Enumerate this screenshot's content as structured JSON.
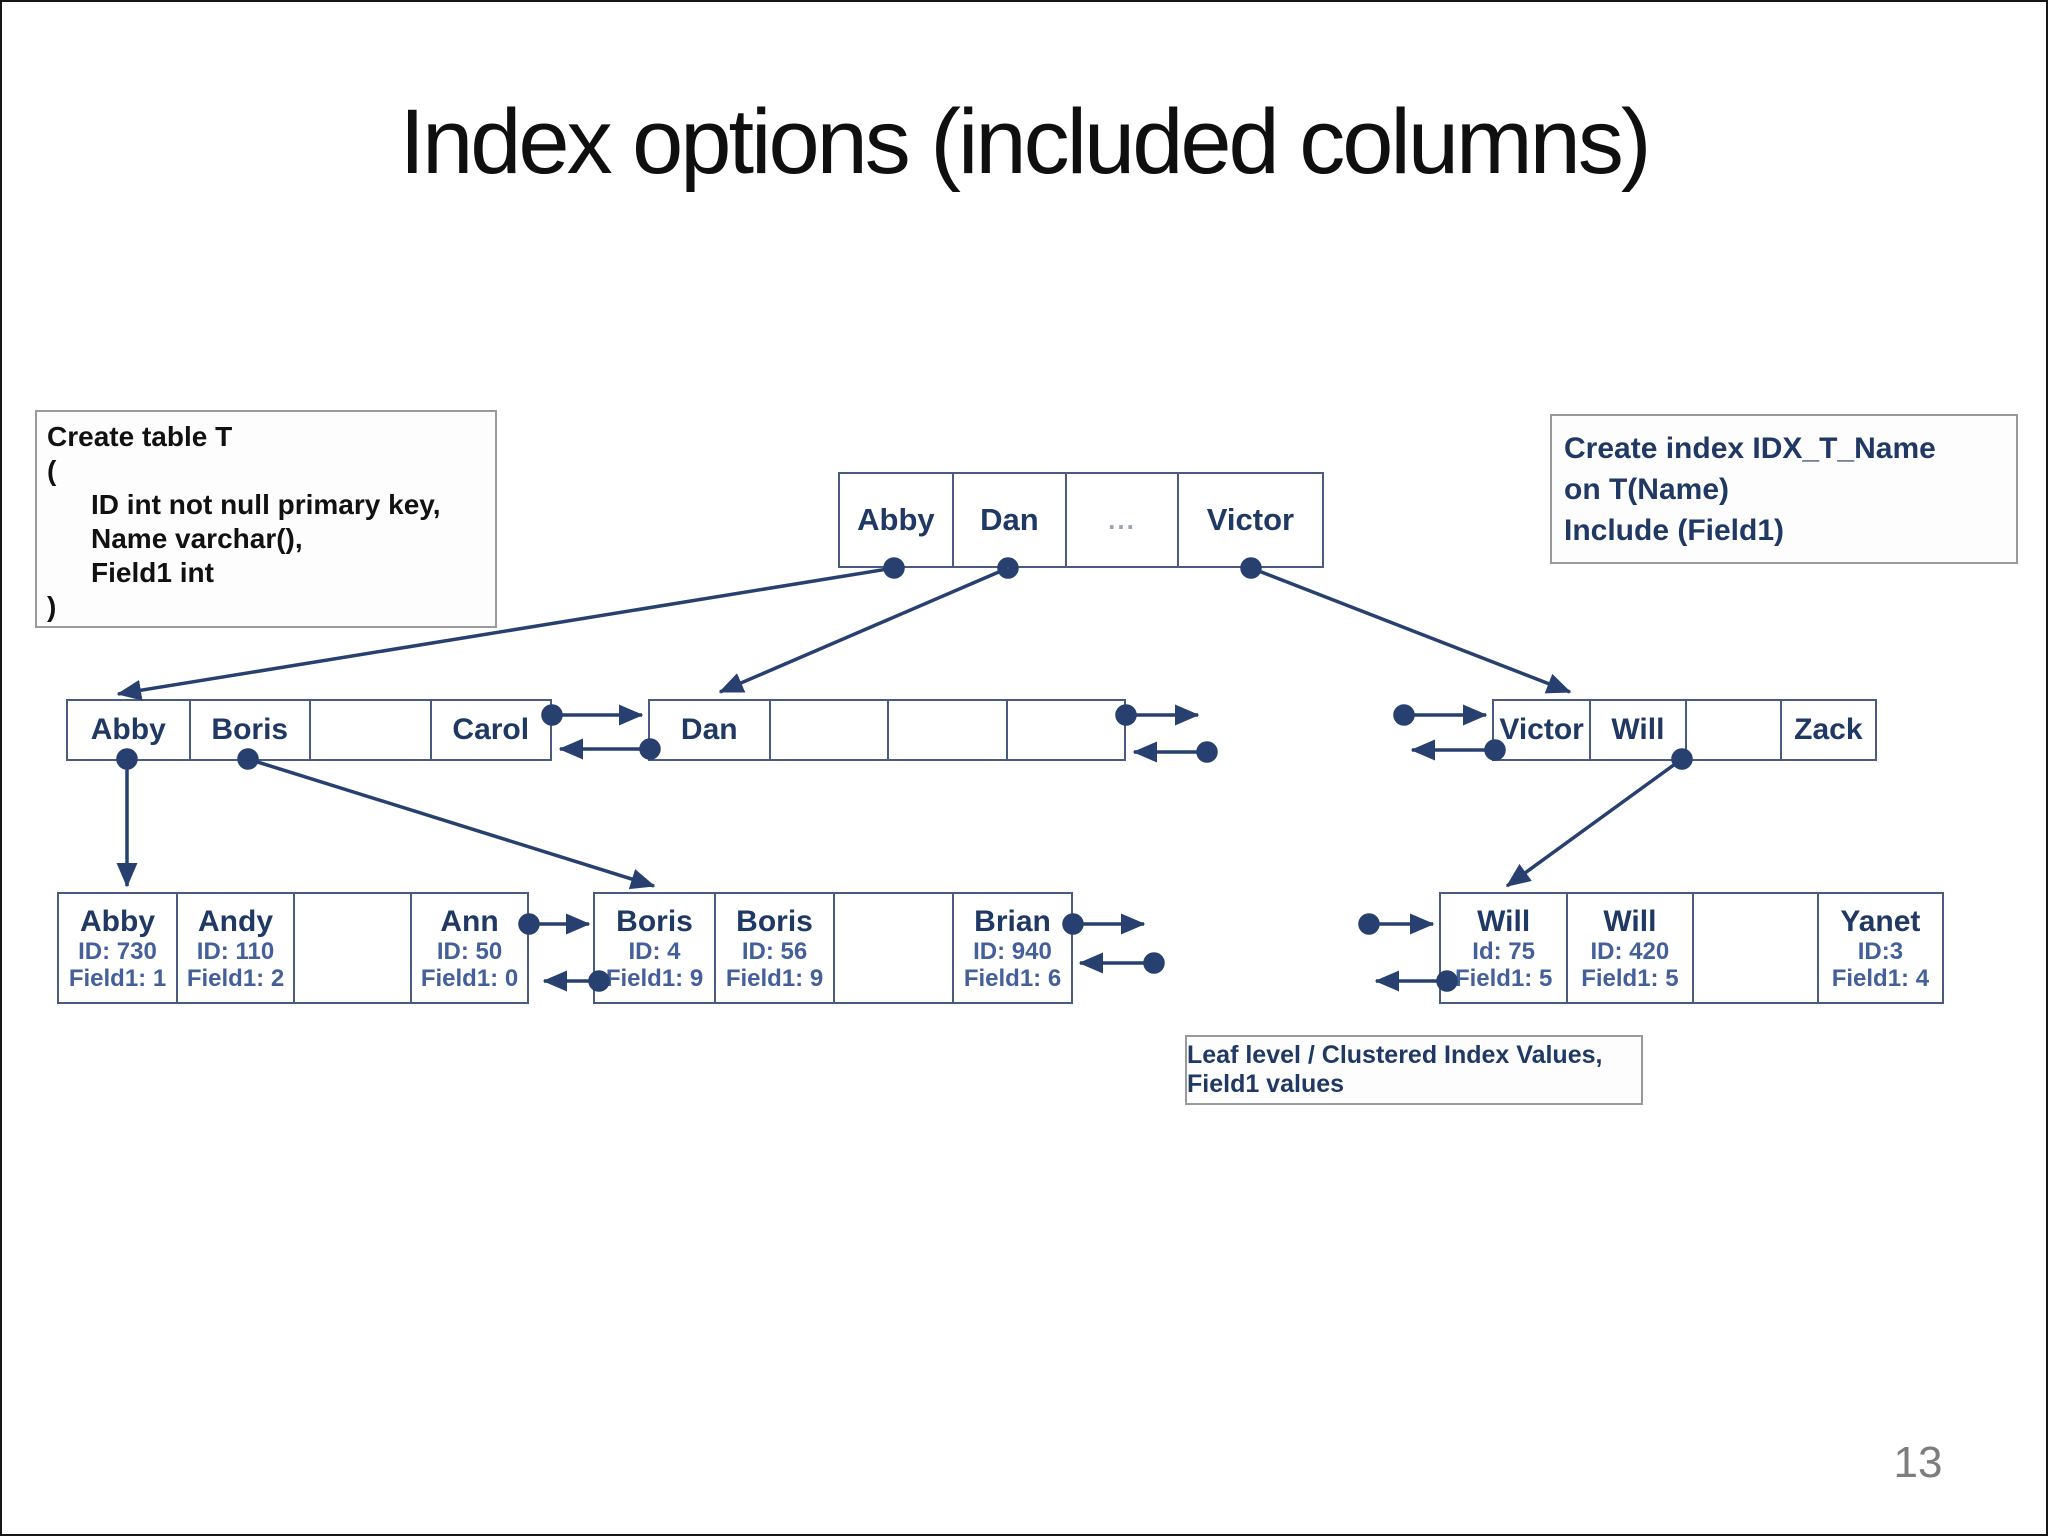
{
  "slide": {
    "title": "Index options (included columns)",
    "page_number": "13"
  },
  "colors": {
    "navy_text": "#1F3864",
    "arrow_blue": "#27406F",
    "node_border": "#4A5A80",
    "textbox_border_gray": "#9A9A9A",
    "leaf_sub_text": "#44609A",
    "page_number_gray": "#7D7D7D",
    "ellipsis_gray": "#9AA3B5"
  },
  "create_table_box": {
    "lines": [
      "Create table T",
      "(",
      "ID int not null primary key,",
      "Name varchar(),",
      "Field1 int",
      ")"
    ]
  },
  "create_index_box": {
    "lines": [
      "Create index IDX_T_Name",
      "on T(Name)",
      "Include (Field1)"
    ]
  },
  "caption_box": {
    "text": "Leaf level / Clustered Index Values, Field1 values"
  },
  "tree": {
    "root": {
      "cells": [
        "Abby",
        "Dan",
        "...",
        "Victor"
      ]
    },
    "mid_left": {
      "cells": [
        "Abby",
        "Boris",
        "",
        "Carol"
      ]
    },
    "mid_center": {
      "cells": [
        "Dan",
        "",
        "",
        ""
      ]
    },
    "mid_right": {
      "cells": [
        "Victor",
        "Will",
        "",
        "Zack"
      ]
    },
    "leaf_left": {
      "cells": [
        {
          "name": "Abby",
          "id": "ID: 730",
          "field": "Field1: 1"
        },
        {
          "name": "Andy",
          "id": "ID: 110",
          "field": "Field1: 2"
        },
        {
          "name": "",
          "id": "",
          "field": ""
        },
        {
          "name": "Ann",
          "id": "ID: 50",
          "field": "Field1: 0"
        }
      ]
    },
    "leaf_center": {
      "cells": [
        {
          "name": "Boris",
          "id": "ID: 4",
          "field": "Field1: 9"
        },
        {
          "name": "Boris",
          "id": "ID: 56",
          "field": "Field1: 9"
        },
        {
          "name": "",
          "id": "",
          "field": ""
        },
        {
          "name": "Brian",
          "id": "ID: 940",
          "field": "Field1: 6"
        }
      ]
    },
    "leaf_right": {
      "cells": [
        {
          "name": "Will",
          "id": "Id: 75",
          "field": "Field1: 5"
        },
        {
          "name": "Will",
          "id": "ID: 420",
          "field": "Field1: 5"
        },
        {
          "name": "",
          "id": "",
          "field": ""
        },
        {
          "name": "Yanet",
          "id": "ID:3",
          "field": "Field1: 4"
        }
      ]
    }
  }
}
